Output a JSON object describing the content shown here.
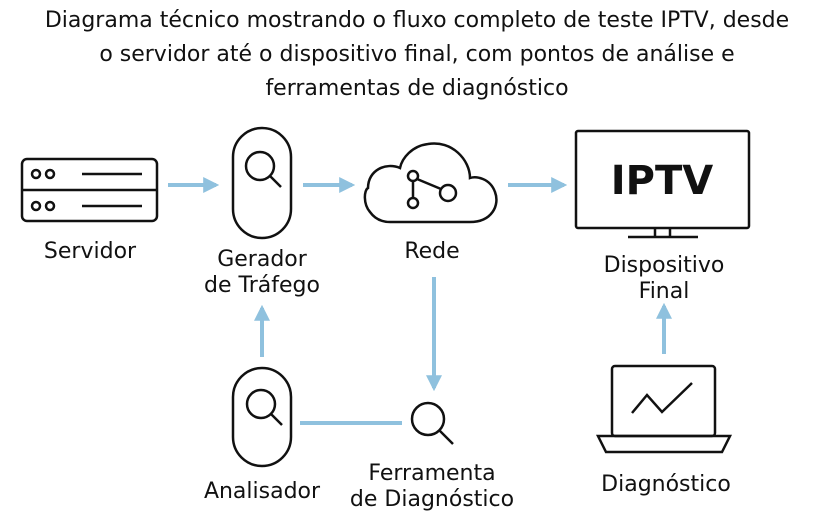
{
  "title": {
    "line1": "Diagrama técnico mostrando o fluxo completo de teste IPTV, desde",
    "line2": "o servidor até o dispositivo final, com pontos de análise e",
    "line3": "ferramentas de diagnóstico"
  },
  "nodes": {
    "servidor": {
      "label": "Servidor",
      "icon": "server-icon"
    },
    "gerador": {
      "label_line1": "Gerador",
      "label_line2": "de Tráfego",
      "icon": "magnifier-icon"
    },
    "rede": {
      "label": "Rede",
      "icon": "cloud-network-icon"
    },
    "dispositivo": {
      "screen_text": "IPTV",
      "label_line1": "Dispositivo",
      "label_line2": "Final",
      "icon": "tv-monitor-icon"
    },
    "analisador": {
      "label": "Analisador",
      "icon": "magnifier-icon"
    },
    "ferramenta": {
      "label_line1": "Ferramenta",
      "label_line2": "de Diagnóstico",
      "icon": "magnifier-icon"
    },
    "diagnostico": {
      "label": "Diagnóstico",
      "icon": "laptop-chart-icon"
    }
  },
  "colors": {
    "arrow": "#8fc1de",
    "stroke": "#111111"
  }
}
